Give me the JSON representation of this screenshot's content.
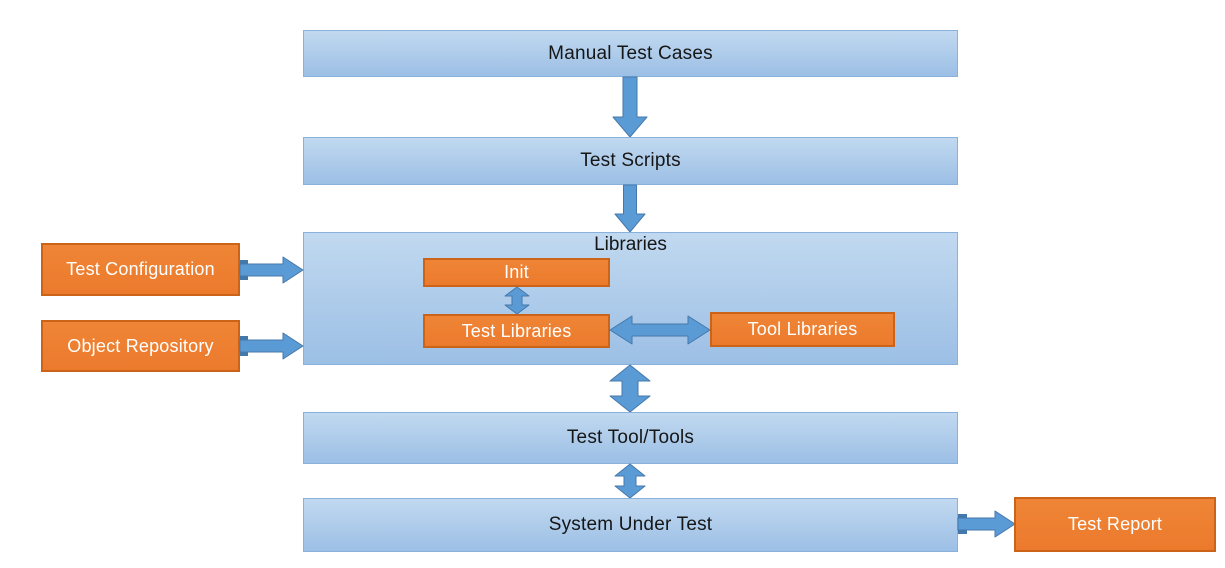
{
  "diagram": {
    "nodes": {
      "manual_test_cases": "Manual Test Cases",
      "test_scripts": "Test Scripts",
      "libraries": "Libraries",
      "init": "Init",
      "test_libraries": "Test Libraries",
      "tool_libraries": "Tool Libraries",
      "test_configuration": "Test Configuration",
      "object_repository": "Object Repository",
      "test_tool": "Test Tool/Tools",
      "system_under_test": "System Under Test",
      "test_report": "Test Report"
    },
    "edges": [
      {
        "from": "Manual Test Cases",
        "to": "Test Scripts",
        "direction": "down",
        "style": "single"
      },
      {
        "from": "Test Scripts",
        "to": "Libraries",
        "direction": "down",
        "style": "single"
      },
      {
        "from": "Test Configuration",
        "to": "Libraries",
        "direction": "right",
        "style": "single"
      },
      {
        "from": "Object Repository",
        "to": "Libraries",
        "direction": "right",
        "style": "single"
      },
      {
        "from": "Init",
        "to": "Test Libraries",
        "direction": "vertical",
        "style": "double"
      },
      {
        "from": "Test Libraries",
        "to": "Tool Libraries",
        "direction": "horizontal",
        "style": "double"
      },
      {
        "from": "Libraries",
        "to": "Test Tool/Tools",
        "direction": "vertical",
        "style": "double"
      },
      {
        "from": "Test Tool/Tools",
        "to": "System Under Test",
        "direction": "vertical",
        "style": "double"
      },
      {
        "from": "System Under Test",
        "to": "Test Report",
        "direction": "right",
        "style": "single"
      }
    ],
    "colors": {
      "background": "#FFFFFF",
      "blue_box_top": "#C1D9F0",
      "blue_box_bottom": "#9CBFE5",
      "blue_box_border": "#8AB1DC",
      "orange_fill_top": "#EF8536",
      "orange_fill": "#EC7A2D",
      "orange_border": "#CB6318",
      "arrow_fill": "#5B9BD5",
      "arrow_border": "#4478AB",
      "text_dark": "#161616",
      "text_light": "#FFFFFF"
    }
  }
}
